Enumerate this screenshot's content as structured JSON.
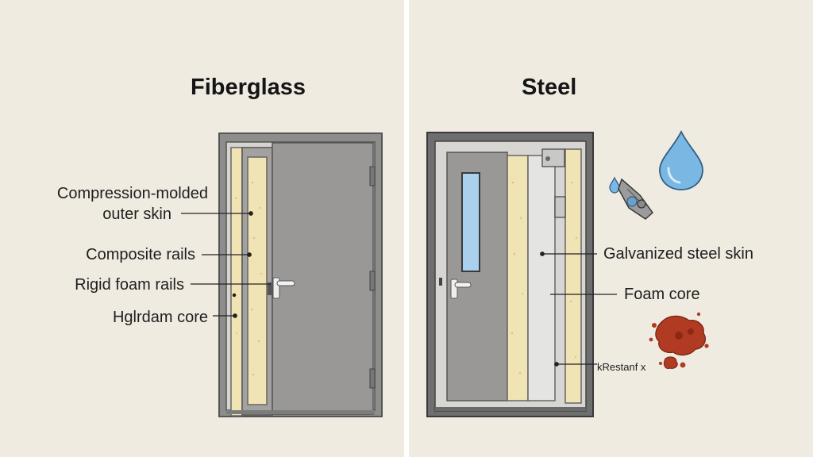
{
  "left_panel": {
    "title": "Fiberglass",
    "labels": {
      "outer_skin_line1": "Compression-molded",
      "outer_skin_line2": "outer skin",
      "composite_rails": "Composite rails",
      "rigid_foam_rails": "Rigid foam rails",
      "foam_core": "Hglrdam core"
    }
  },
  "right_panel": {
    "title": "Steel",
    "labels": {
      "steel_skin": "Galvanized steel skin",
      "foam_core": "Foam core",
      "rust": "kRestanf x"
    }
  },
  "colors": {
    "background": "#f0ebe1",
    "divider": "#ffffff",
    "door_gray": "#9a9896",
    "frame_gray": "#6e6e6e",
    "foam_yellow": "#f0e3b4",
    "water_blue": "#7ab8e3",
    "rust_red": "#b03a22"
  },
  "icons": [
    "water-drop-icon",
    "scraper-icon",
    "rust-splatter-icon"
  ]
}
